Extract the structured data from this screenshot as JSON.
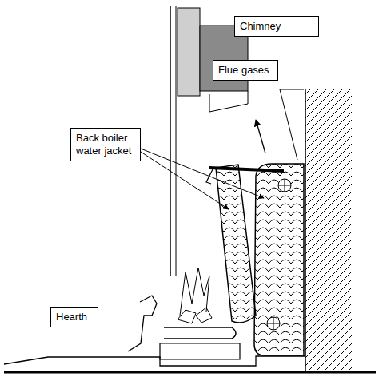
{
  "diagram": {
    "nodes": [
      {
        "text": [
          "Chimney"
        ]
      },
      {
        "text": [
          "Flue gases"
        ]
      },
      {
        "text": [
          "Back boiler water jacket"
        ]
      },
      {
        "text": [
          "Hearth"
        ]
      }
    ]
  }
}
